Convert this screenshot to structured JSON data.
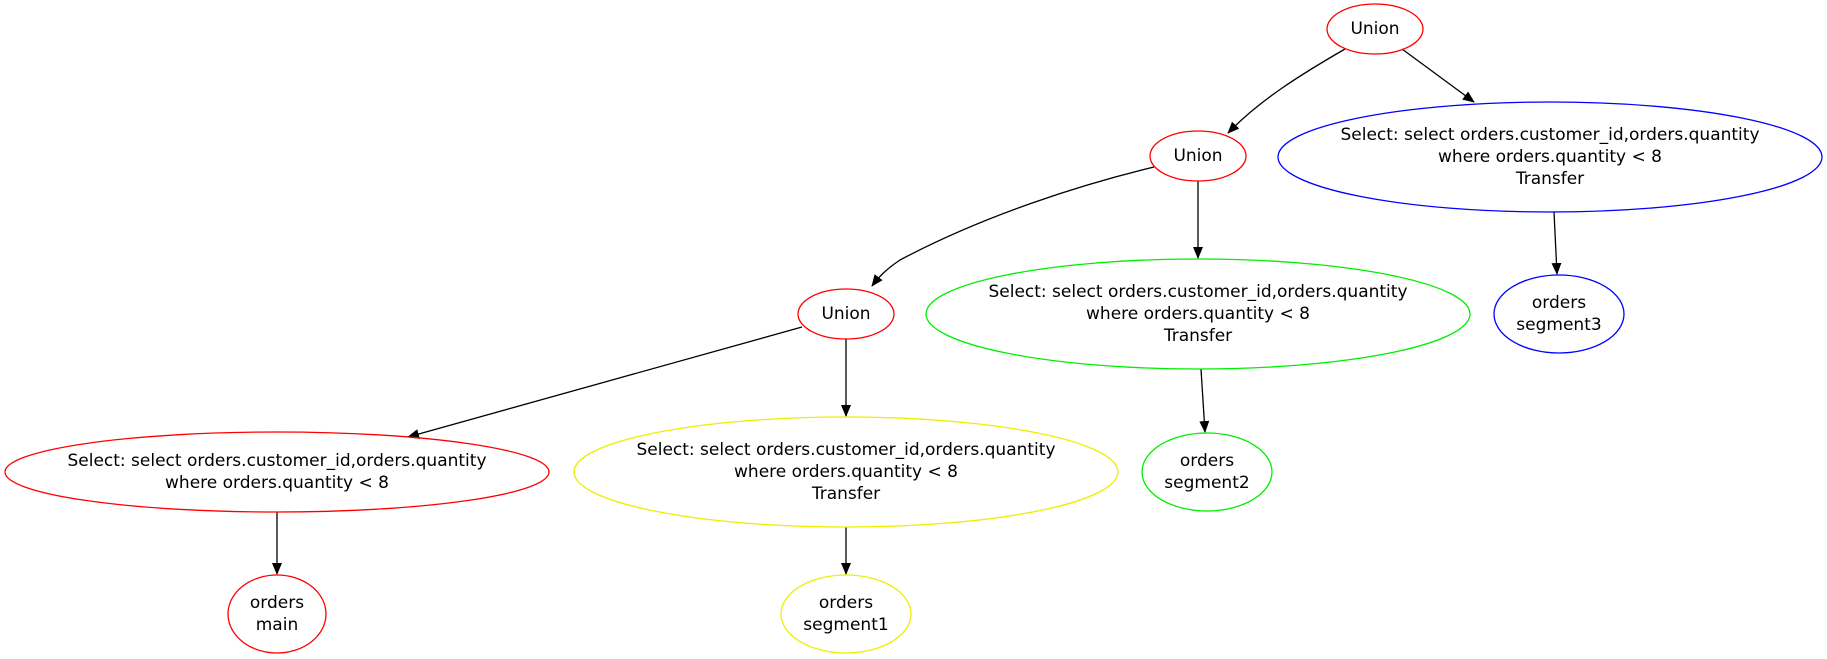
{
  "diagram": {
    "colors": {
      "red": "#ff0000",
      "blue": "#0000ff",
      "green": "#00ee00",
      "yellow": "#eeee00",
      "edge": "#000000"
    },
    "nodes": [
      {
        "id": "union_top",
        "color": "red",
        "lines": [
          "Union"
        ]
      },
      {
        "id": "union_mid",
        "color": "red",
        "lines": [
          "Union"
        ]
      },
      {
        "id": "union_low",
        "color": "red",
        "lines": [
          "Union"
        ]
      },
      {
        "id": "select_seg3",
        "color": "blue",
        "lines": [
          "Select: select orders.customer_id,orders.quantity",
          "where  orders.quantity < 8",
          "Transfer"
        ]
      },
      {
        "id": "select_seg2",
        "color": "green",
        "lines": [
          "Select: select orders.customer_id,orders.quantity",
          "where  orders.quantity < 8",
          "Transfer"
        ]
      },
      {
        "id": "select_main",
        "color": "red",
        "lines": [
          "Select: select orders.customer_id,orders.quantity",
          "where  orders.quantity < 8"
        ]
      },
      {
        "id": "select_seg1",
        "color": "yellow",
        "lines": [
          "Select: select orders.customer_id,orders.quantity",
          "where  orders.quantity < 8",
          "Transfer"
        ]
      },
      {
        "id": "orders_seg3",
        "color": "blue",
        "lines": [
          "orders",
          "segment3"
        ]
      },
      {
        "id": "orders_seg2",
        "color": "green",
        "lines": [
          "orders",
          "segment2"
        ]
      },
      {
        "id": "orders_main",
        "color": "red",
        "lines": [
          "orders",
          "main"
        ]
      },
      {
        "id": "orders_seg1",
        "color": "yellow",
        "lines": [
          "orders",
          "segment1"
        ]
      }
    ],
    "edges": [
      {
        "from": "union_top",
        "to": "union_mid"
      },
      {
        "from": "union_top",
        "to": "select_seg3"
      },
      {
        "from": "union_mid",
        "to": "union_low"
      },
      {
        "from": "union_mid",
        "to": "select_seg2"
      },
      {
        "from": "union_low",
        "to": "select_main"
      },
      {
        "from": "union_low",
        "to": "select_seg1"
      },
      {
        "from": "select_seg3",
        "to": "orders_seg3"
      },
      {
        "from": "select_seg2",
        "to": "orders_seg2"
      },
      {
        "from": "select_main",
        "to": "orders_main"
      },
      {
        "from": "select_seg1",
        "to": "orders_seg1"
      }
    ]
  }
}
